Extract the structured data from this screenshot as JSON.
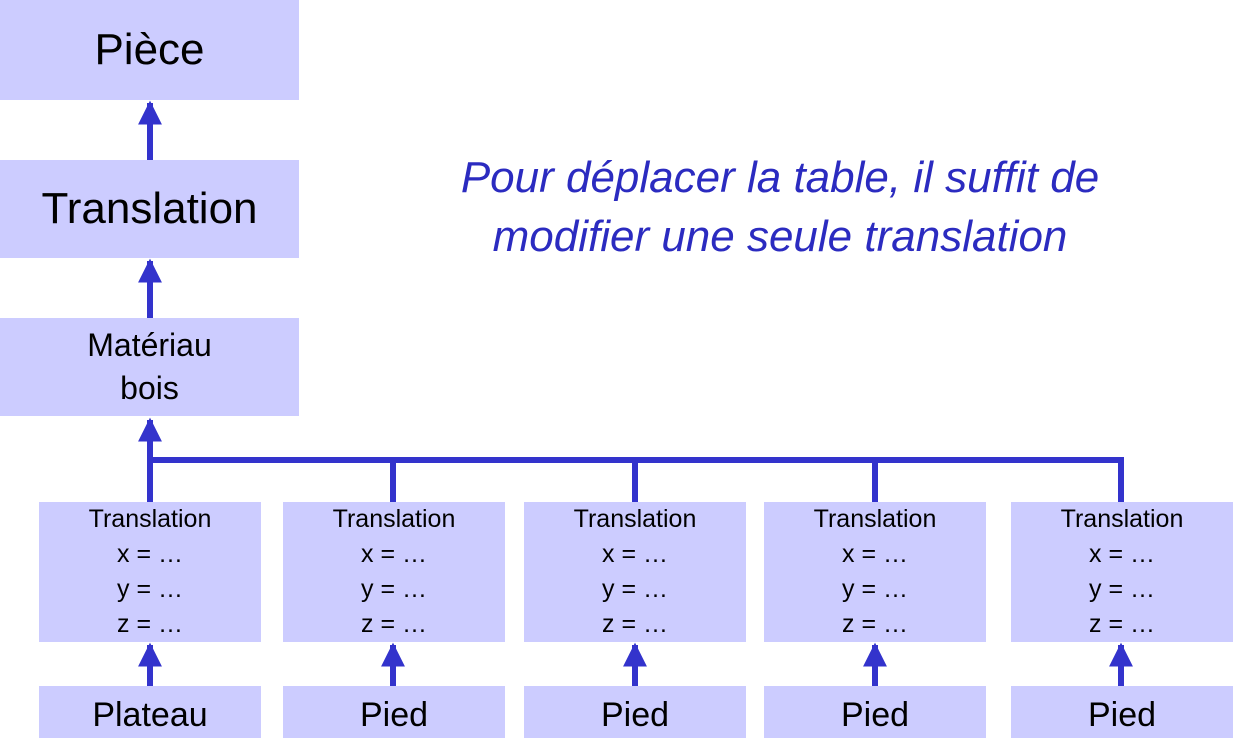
{
  "colors": {
    "box_fill": "#ccccff",
    "arrow": "#3333cc",
    "caption_text": "#2b2bc0"
  },
  "top_box": {
    "label": "Pièce"
  },
  "mid_box": {
    "label": "Translation"
  },
  "material_box": {
    "line1": "Matériau",
    "line2": "bois"
  },
  "caption": {
    "line1": "Pour déplacer la table, il suffit de",
    "line2": "modifier une seule translation"
  },
  "translation_nodes": [
    {
      "title": "Translation",
      "x": "x = …",
      "y": "y = …",
      "z": "z = …"
    },
    {
      "title": "Translation",
      "x": "x = …",
      "y": "y = …",
      "z": "z = …"
    },
    {
      "title": "Translation",
      "x": "x = …",
      "y": "y = …",
      "z": "z = …"
    },
    {
      "title": "Translation",
      "x": "x = …",
      "y": "y = …",
      "z": "z = …"
    },
    {
      "title": "Translation",
      "x": "x = …",
      "y": "y = …",
      "z": "z = …"
    }
  ],
  "leaves": [
    {
      "label": "Plateau"
    },
    {
      "label": "Pied"
    },
    {
      "label": "Pied"
    },
    {
      "label": "Pied"
    },
    {
      "label": "Pied"
    }
  ]
}
